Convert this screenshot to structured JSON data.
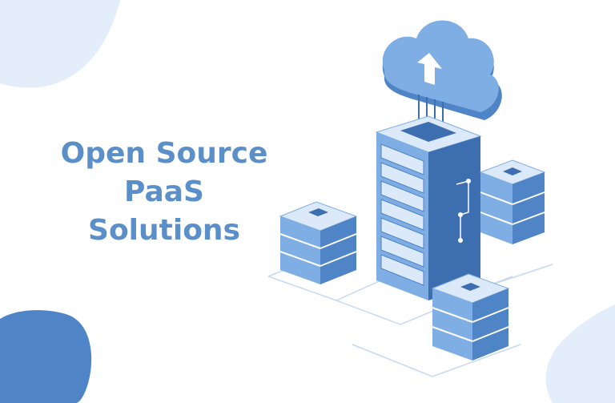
{
  "title": {
    "line1": "Open Source",
    "line2": "PaaS",
    "line3": "Solutions"
  },
  "colors": {
    "text": "#5b8fc9",
    "blob_light": "#e3eefa",
    "blob_dark": "#4f84c6",
    "server_dark": "#3d6fb0",
    "server_mid": "#7eaee3",
    "server_light": "#dce9f8"
  },
  "icons": [
    "cloud-upload-icon",
    "server-tower-icon",
    "server-stack-icon"
  ]
}
